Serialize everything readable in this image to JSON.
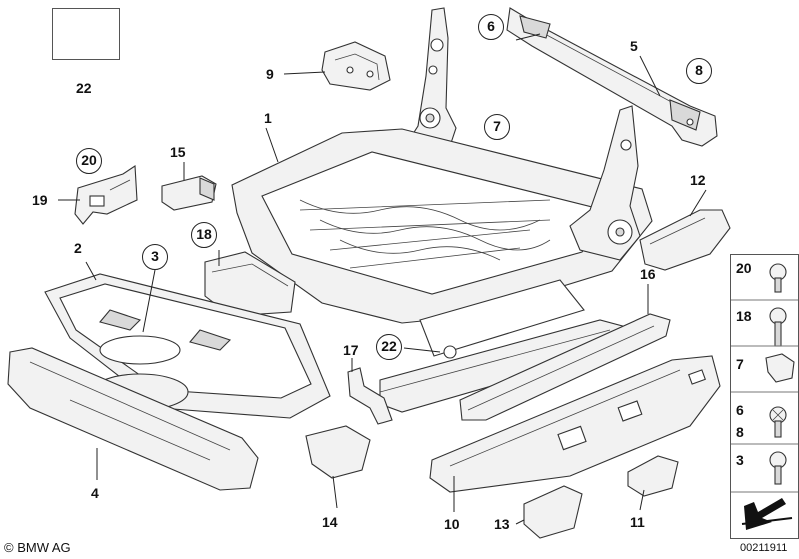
{
  "diagram": {
    "labels": {
      "l1": "1",
      "l2": "2",
      "l3": "3",
      "l4": "4",
      "l5": "5",
      "l6": "6",
      "l7": "7",
      "l8": "8",
      "l9": "9",
      "l10": "10",
      "l11": "11",
      "l12": "12",
      "l13": "13",
      "l14": "14",
      "l15": "15",
      "l16": "16",
      "l17": "17",
      "l18": "18",
      "l19": "19",
      "l20": "20",
      "l22a": "22",
      "l22b": "22"
    },
    "legend": {
      "l20": "20",
      "l18": "18",
      "l7": "7",
      "l6": "6",
      "l8": "8",
      "l3": "3"
    },
    "footer": {
      "brand": "© BMW AG",
      "code": "00211911"
    },
    "icons": {
      "nav_arrow": "diagonal-arrow-icon",
      "copyright": "copyright-symbol"
    }
  }
}
